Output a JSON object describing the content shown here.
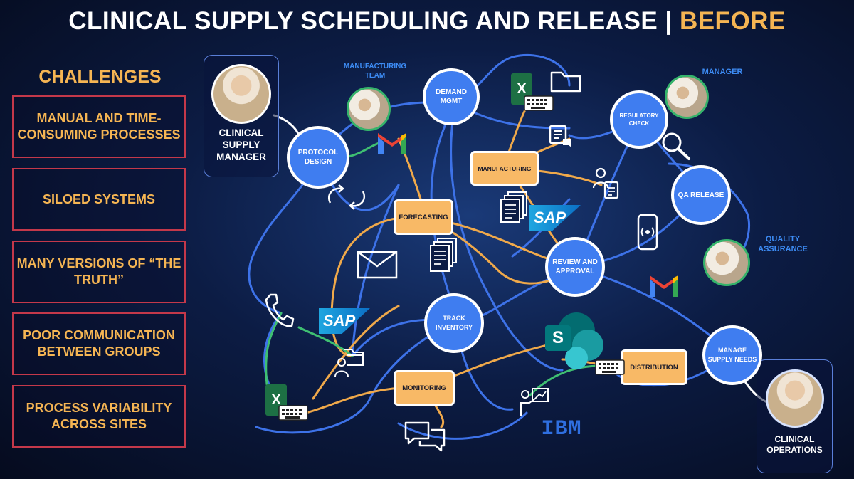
{
  "title": {
    "main": "CLINICAL SUPPLY SCHEDULING AND RELEASE | ",
    "highlight": "BEFORE"
  },
  "challenges": {
    "heading": "CHALLENGES",
    "items": [
      "MANUAL AND TIME-CONSUMING PROCESSES",
      "SILOED SYSTEMS",
      "MANY VERSIONS OF “THE TRUTH”",
      "POOR COMMUNICATION BETWEEN GROUPS",
      "PROCESS VARIABILITY ACROSS SITES"
    ]
  },
  "people": {
    "clinical_supply_manager": "CLINICAL SUPPLY MANAGER",
    "manufacturing_team": "MANUFACTURING TEAM",
    "manager": "MANAGER",
    "quality_assurance": "QUALITY ASSURANCE",
    "clinical_operations": "CLINICAL OPERATIONS"
  },
  "nodes": {
    "protocol_design": "PROTOCOL DESIGN",
    "demand_mgmt": "DEMAND MGMT",
    "regulatory_check": "REGULATORY CHECK",
    "qa_release": "QA RELEASE",
    "review_approval": "REVIEW AND APPROVAL",
    "track_inventory": "TRACK INVENTORY",
    "manage_supply_needs": "MANAGE SUPPLY NEEDS",
    "manufacturing": "MANUFACTURING",
    "forecasting": "FORECASTING",
    "monitoring": "MONITORING",
    "distribution": "DISTRIBUTION"
  },
  "tools": {
    "sap": "SAP",
    "ibm": "IBM",
    "excel": "X",
    "sharepoint": "S"
  },
  "colors": {
    "accent": "#f5b553",
    "node_blue": "#3f7df0",
    "node_orange": "#f8b966",
    "challenge_border": "#c4384a",
    "line_blue": "#3d72e8",
    "line_orange": "#f0a94a",
    "line_green": "#3fbf72"
  }
}
